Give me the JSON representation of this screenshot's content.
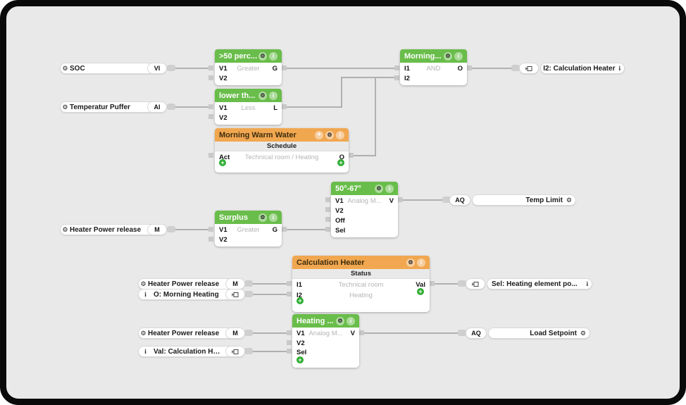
{
  "icons": {
    "gear": "⚙",
    "info": "i",
    "plus": "+"
  },
  "colors": {
    "canvas": "#e9e9e9",
    "green_header": "#69bd4a",
    "orange_header": "#f1a750",
    "wire": "#b0b0b0",
    "pin": "#c9c9c9",
    "plus_green": "#2fae33"
  },
  "inputs": {
    "soc": {
      "label": "SOC",
      "badge": "VI"
    },
    "temperatur_puffer": {
      "label": "Temperatur Puffer",
      "badge": "AI"
    },
    "heater_power_a": {
      "label": "Heater Power release",
      "badge": "M"
    },
    "heater_power_b": {
      "label": "Heater Power release",
      "badge": "M"
    },
    "o_morning_heating": {
      "label": "O: Morning Heating"
    },
    "heater_power_c": {
      "label": "Heater Power release",
      "badge": "M"
    },
    "val_calc_heater": {
      "label": "Val: Calculation Heater"
    }
  },
  "blocks": {
    "gt50": {
      "title": ">50 perc...",
      "center": "Greater",
      "in1": "V1",
      "in2": "V2",
      "out": "G"
    },
    "lower": {
      "title": "lower th...",
      "center": "Less",
      "in1": "V1",
      "in2": "V2",
      "out": "L"
    },
    "morning_warm_water": {
      "title": "Morning Warm Water",
      "subtitle": "Schedule",
      "center": "Technical room / Heating",
      "in1": "Act",
      "out": "O"
    },
    "morning_and": {
      "title": "Morning...",
      "center": "AND",
      "in1": "I1",
      "in2": "I2",
      "out": "O"
    },
    "range_50_67": {
      "title": "50°-67°",
      "center": "Analog M...",
      "in1": "V1",
      "in2": "V2",
      "in3": "Off",
      "in4": "Sel",
      "out": "V"
    },
    "surplus": {
      "title": "Surplus",
      "center": "Greater",
      "in1": "V1",
      "in2": "V2",
      "out": "G"
    },
    "calculation_heater": {
      "title": "Calculation Heater",
      "subtitle": "Status",
      "center1": "Technical room",
      "center2": "Heating",
      "in1": "I1",
      "in2": "I2",
      "out": "Val"
    },
    "heating": {
      "title": "Heating ...",
      "center": "Analog M...",
      "in1": "V1",
      "in2": "V2",
      "in3": "Sel",
      "out": "V"
    }
  },
  "outputs": {
    "i2_calc_heater": {
      "label": "I2: Calculation Heater"
    },
    "temp_limit": {
      "badge": "AQ",
      "label": "Temp Limit"
    },
    "sel_heating_elem": {
      "label": "Sel: Heating element po..."
    },
    "load_setpoint": {
      "badge": "AQ",
      "label": "Load Setpoint"
    }
  }
}
